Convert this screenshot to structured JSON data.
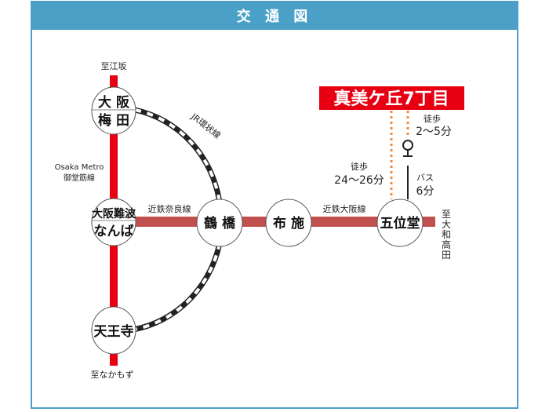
{
  "header": {
    "title": "交 通 図"
  },
  "destination": {
    "label": "真美ケ丘7丁目"
  },
  "stations": {
    "umeda_top": "大 阪",
    "umeda_bottom": "梅 田",
    "namba_top": "大阪難波",
    "namba_bottom": "なんば",
    "tennoji": "天王寺",
    "tsuruhashi": "鶴 橋",
    "fuse": "布 施",
    "goido": "五位堂"
  },
  "lines": {
    "jr_loop": "JR環状線",
    "metro_1": "Osaka Metro",
    "metro_2": "御堂筋線",
    "kintetsu_nara": "近鉄奈良線",
    "kintetsu_osaka": "近鉄大阪線"
  },
  "directions": {
    "esaka": "至江坂",
    "nakamozu": "至なかもず",
    "yamatotakada": [
      "至",
      "大",
      "和",
      "高",
      "田"
    ]
  },
  "access": {
    "walk_long_label": "徒歩",
    "walk_long_time": "24〜26分",
    "walk_short_label": "徒歩",
    "walk_short_time": "2〜5分",
    "bus_label": "バス",
    "bus_time": "6分"
  },
  "colors": {
    "header": "#4aa0c6",
    "metro": "#e60012",
    "kintetsu": "#c0504d",
    "walk": "#f08a3c",
    "destination": "#e60012"
  }
}
